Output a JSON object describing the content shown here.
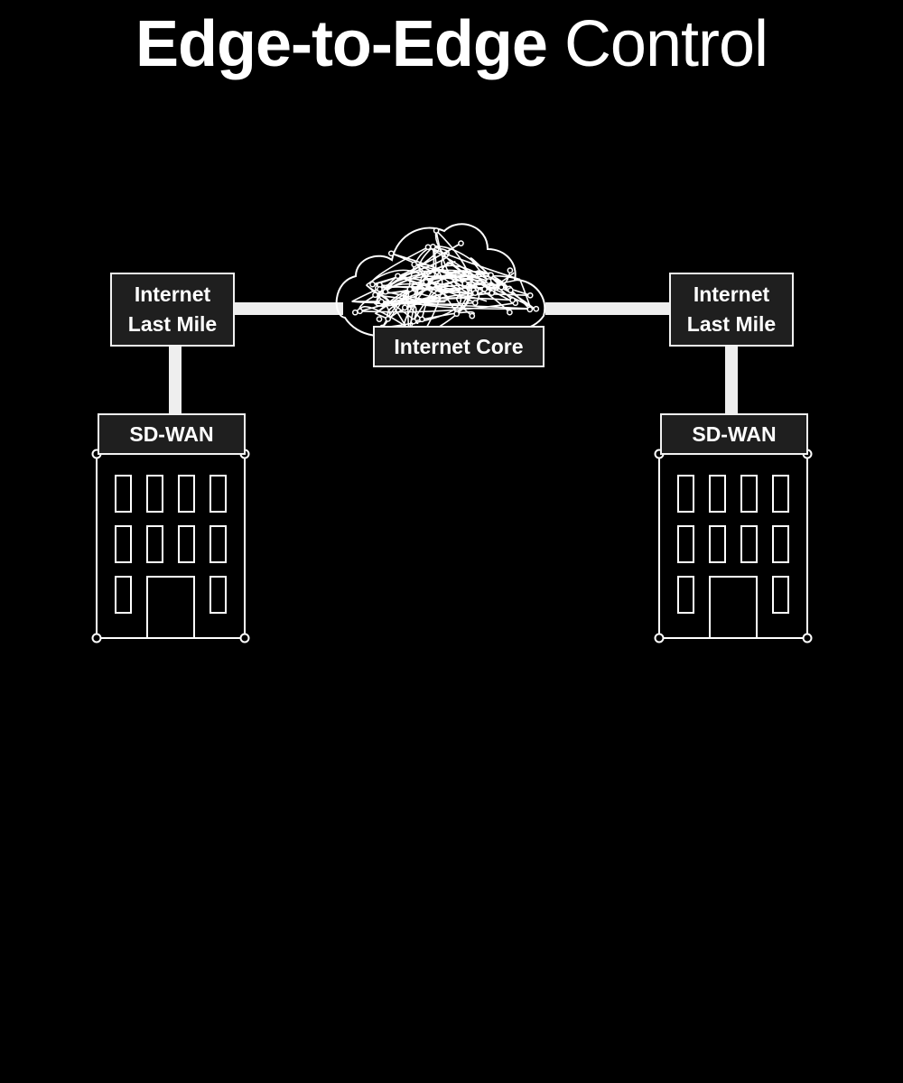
{
  "title": {
    "bold": "Edge-to-Edge",
    "light": "Control"
  },
  "nodes": {
    "left_last_mile": {
      "line1": "Internet",
      "line2": "Last Mile"
    },
    "right_last_mile": {
      "line1": "Internet",
      "line2": "Last Mile"
    },
    "internet_core": {
      "label": "Internet Core",
      "icon": "cloud-mesh-icon"
    },
    "left_sdwan": {
      "label": "SD-WAN",
      "icon": "office-building-icon"
    },
    "right_sdwan": {
      "label": "SD-WAN",
      "icon": "office-building-icon"
    }
  },
  "colors": {
    "background": "#000000",
    "foreground": "#ffffff",
    "box_fill": "#1f1f1f",
    "link": "#eeeeee"
  }
}
